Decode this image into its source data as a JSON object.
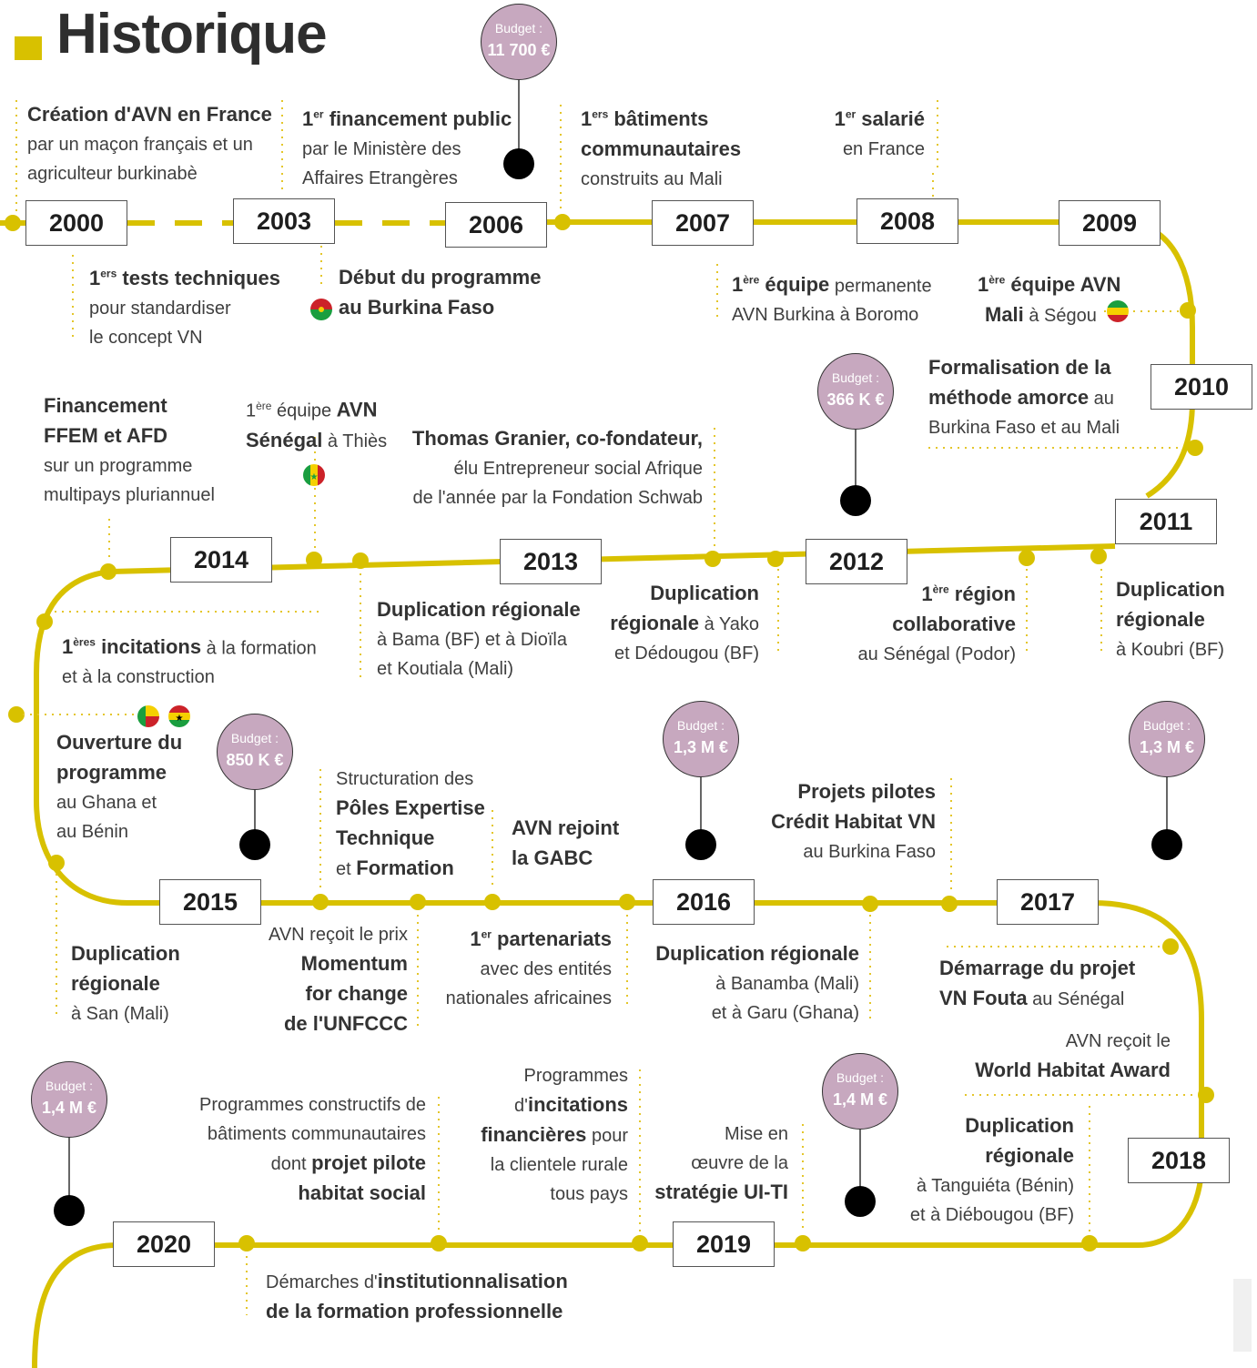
{
  "title": "Historique",
  "colors": {
    "track": "#d8c100",
    "budget_fill": "#c7a8bf",
    "dot": "#000000"
  },
  "years": [
    "2000",
    "2003",
    "2006",
    "2007",
    "2008",
    "2009",
    "2010",
    "2011",
    "2012",
    "2013",
    "2014",
    "2015",
    "2016",
    "2017",
    "2018",
    "2019",
    "2020"
  ],
  "budget_label": "Budget :",
  "budgets": [
    "11 700 €",
    "366 K €",
    "850 K €",
    "1,3 M €",
    "1,3 M €",
    "1,4 M €",
    "1,4 M €"
  ],
  "events": {
    "e2000_b": "Création d'AVN en France",
    "e2000_l1": "par un maçon français et un",
    "e2000_l2": "agriculteur burkinabè",
    "e2003_a": "1",
    "e2003_sup": "er",
    "e2003_b": " financement public",
    "e2003_l1": "par le Ministère des",
    "e2003_l2": "Affaires Etrangères",
    "e2006_a": "1",
    "e2006_sup": "ers",
    "e2006_b1": " bâtiments",
    "e2006_b2": "communautaires",
    "e2006_l": "construits au Mali",
    "e2008_a": "1",
    "e2008_sup": "er",
    "e2008_b": " salarié",
    "e2008_l": "en France",
    "e_tests_a": "1",
    "e_tests_sup": "ers",
    "e_tests_b": " tests techniques",
    "e_tests_l1": "pour standardiser",
    "e_tests_l2": "le concept VN",
    "e_burkina_b1": "Début du programme",
    "e_burkina_b2": "au Burkina Faso",
    "e2007_a": "1",
    "e2007_sup": "ère",
    "e2007_b": " équipe",
    "e2007_l1": " permanente",
    "e2007_l2": "AVN Burkina à Boromo",
    "e2009_a": "1",
    "e2009_sup": "ère",
    "e2009_b1": " équipe AVN",
    "e2009_b2": "Mali",
    "e2009_l": " à Ségou",
    "e2010_b1": "Formalisation de la",
    "e2010_b2": "méthode amorce",
    "e2010_l1": " au",
    "e2010_l2": "Burkina Faso et au Mali",
    "e_ffem_b1": "Financement",
    "e_ffem_b2": "FFEM et AFD",
    "e_ffem_l1": "sur un programme",
    "e_ffem_l2": "multipays pluriannuel",
    "e_sen_a": "1",
    "e_sen_sup": "ère",
    "e_sen_l0": " équipe ",
    "e_sen_b1": "AVN",
    "e_sen_b2": "Sénégal",
    "e_sen_l": " à Thiès",
    "e_granier_b": "Thomas Granier, co-fondateur,",
    "e_granier_l1": "élu Entrepreneur social Afrique",
    "e_granier_l2": "de l'année par la Fondation Schwab",
    "e_bama_b": "Duplication régionale",
    "e_bama_l1": "à Bama (BF) et à Dioïla",
    "e_bama_l2": "et Koutiala (Mali)",
    "e_yako_b1": "Duplication",
    "e_yako_b2": "régionale",
    "e_yako_l1": " à Yako",
    "e_yako_l2": "et Dédougou (BF)",
    "e_podor_a": "1",
    "e_podor_sup": "ère",
    "e_podor_b1": " région",
    "e_podor_b2": "collaborative",
    "e_podor_l": "au Sénégal (Podor)",
    "e_koubri_b1": "Duplication",
    "e_koubri_b2": "régionale",
    "e_koubri_l": "à Koubri (BF)",
    "e_incit_a": "1",
    "e_incit_sup": "ères",
    "e_incit_b": " incitations",
    "e_incit_l1": " à la formation",
    "e_incit_l2": "et à la construction",
    "e_ghana_b1": "Ouverture du",
    "e_ghana_b2": "programme",
    "e_ghana_l1": "au Ghana et",
    "e_ghana_l2": "au Bénin",
    "e_poles_l1": "Structuration des",
    "e_poles_b1": "Pôles Expertise",
    "e_poles_b2": "Technique",
    "e_poles_l2": "et ",
    "e_poles_b3": "Formation",
    "e_gabc_b1": "AVN rejoint",
    "e_gabc_b2": "la GABC",
    "e_pilotes_b1": "Projets pilotes",
    "e_pilotes_b2": "Crédit Habitat VN",
    "e_pilotes_l": "au Burkina Faso",
    "e_san_b1": "Duplication",
    "e_san_b2": "régionale",
    "e_san_l": "à San (Mali)",
    "e_momentum_l": "AVN reçoit le prix",
    "e_momentum_b1": "Momentum",
    "e_momentum_b2": "for change",
    "e_momentum_b3": "de l'UNFCCC",
    "e_partner_a": "1",
    "e_partner_sup": "er",
    "e_partner_b": " partenariats",
    "e_partner_l1": "avec des entités",
    "e_partner_l2": "nationales africaines",
    "e_banamba_b": "Duplication régionale",
    "e_banamba_l1": "à Banamba (Mali)",
    "e_banamba_l2": "et à Garu (Ghana)",
    "e_fouta_b1": "Démarrage du projet",
    "e_fouta_b2": "VN Fouta",
    "e_fouta_l": " au Sénégal",
    "e_award_l": "AVN reçoit le",
    "e_award_b": "World Habitat Award",
    "e_tang_b1": "Duplication",
    "e_tang_b2": "régionale",
    "e_tang_l1": "à Tanguiéta (Bénin)",
    "e_tang_l2": "et à Diébougou (BF)",
    "e_comm_l1": "Programmes constructifs de",
    "e_comm_l2": "bâtiments communautaires",
    "e_comm_l3": "dont ",
    "e_comm_b1": "projet pilote",
    "e_comm_b2": "habitat social",
    "e_fin_l1": "Programmes",
    "e_fin_l2": "d'",
    "e_fin_b1": "incitations",
    "e_fin_b2": "financières",
    "e_fin_l3": " pour",
    "e_fin_l4": "la clientele rurale",
    "e_fin_l5": "tous pays",
    "e_uiti_l1": "Mise en",
    "e_uiti_l2": "œuvre de la",
    "e_uiti_b": "stratégie UI-TI",
    "e_inst_l": "Démarches d'",
    "e_inst_b1": "institutionnalisation",
    "e_inst_b2": "de la formation professionnelle"
  }
}
